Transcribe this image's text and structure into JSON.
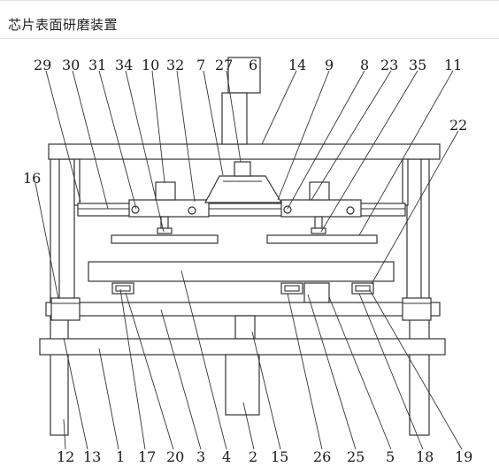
{
  "header": {
    "title": "芯片表面研磨装置"
  },
  "diagram": {
    "labels_top": [
      "29",
      "30",
      "31",
      "34",
      "10",
      "32",
      "7",
      "27",
      "6",
      "14",
      "9",
      "8",
      "23",
      "35",
      "11"
    ],
    "labels_right": [
      "22"
    ],
    "labels_left": [
      "16"
    ],
    "labels_bottom": [
      "12",
      "13",
      "1",
      "17",
      "20",
      "3",
      "4",
      "2",
      "15",
      "26",
      "25",
      "5",
      "18",
      "19"
    ]
  },
  "colors": {
    "line": "#333333",
    "background": "#ffffff",
    "header_border": "#e2e2e2"
  }
}
